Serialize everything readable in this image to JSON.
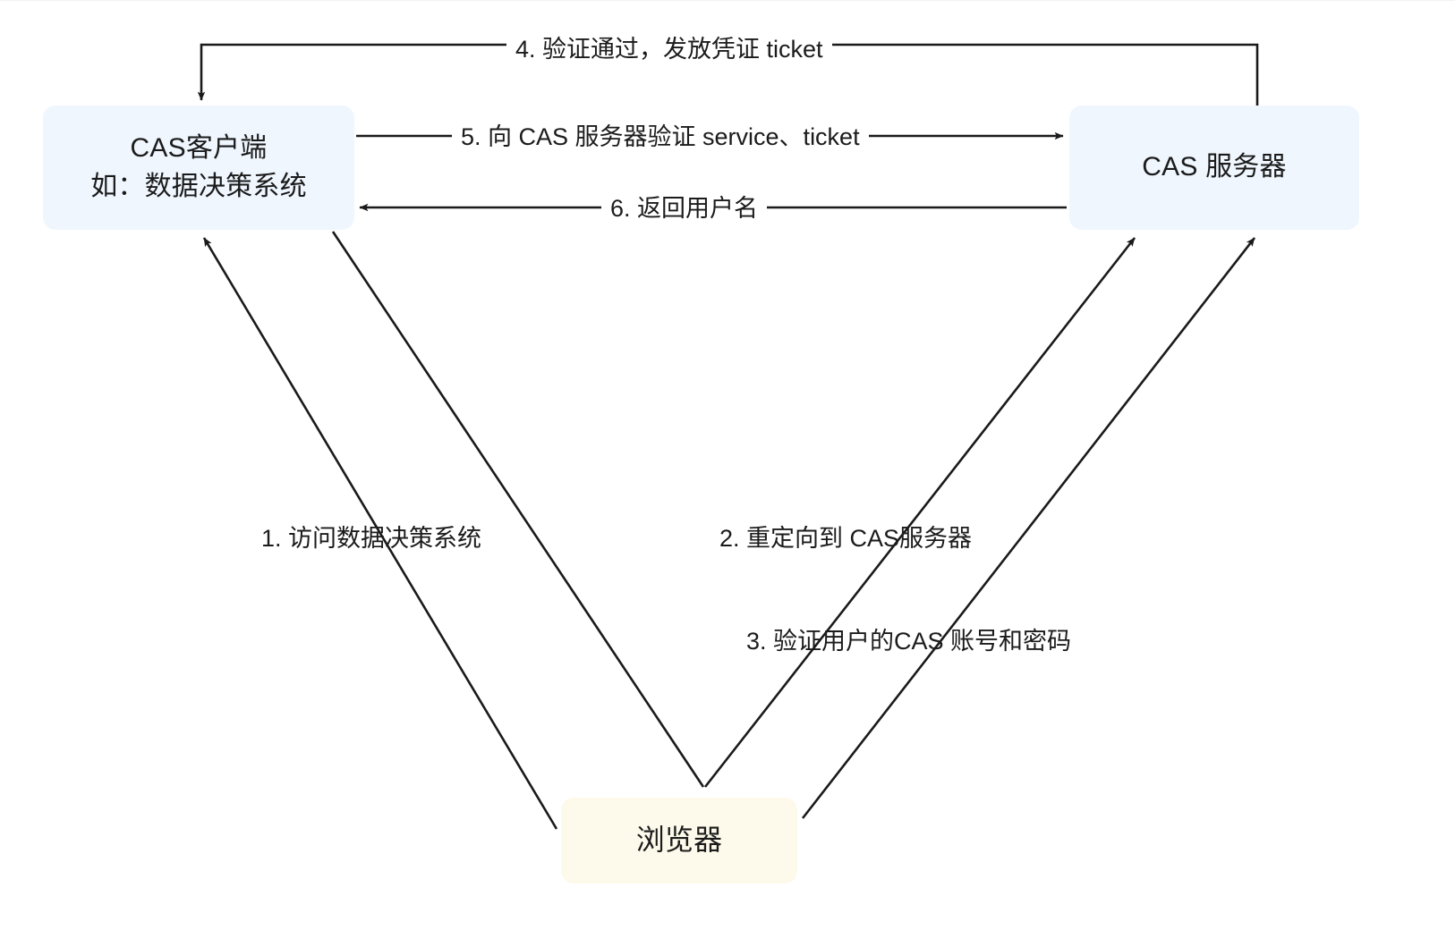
{
  "diagram": {
    "title": "CAS 单点登录流程图",
    "type": "flow-sequence",
    "background_color": "#ffffff",
    "nodes": [
      {
        "id": "cas-client",
        "lines": [
          "CAS客户端",
          "如：数据决策系统"
        ],
        "fill": "#eff6fe",
        "shape": "rounded-rect"
      },
      {
        "id": "cas-server",
        "lines": [
          "CAS 服务器"
        ],
        "fill": "#eff6fe",
        "shape": "rounded-rect"
      },
      {
        "id": "browser",
        "lines": [
          "浏览器"
        ],
        "fill": "#fdfaeb",
        "shape": "rounded-rect"
      }
    ],
    "edges": [
      {
        "id": "edge-1",
        "label": "1. 访问数据决策系统",
        "from": "browser",
        "to": "cas-client",
        "arrow": "end"
      },
      {
        "id": "edge-2",
        "label": "2. 重定向到 CAS服务器",
        "from": "browser",
        "to": "cas-server",
        "arrow": "end"
      },
      {
        "id": "edge-3",
        "label": "3. 验证用户的CAS 账号和密码",
        "from": "browser",
        "to": "cas-server",
        "arrow": "end"
      },
      {
        "id": "edge-4",
        "label": "4. 验证通过，发放凭证 ticket",
        "from": "cas-server",
        "to": "cas-client",
        "arrow": "end"
      },
      {
        "id": "edge-5",
        "label": "5. 向 CAS 服务器验证 service、ticket",
        "from": "cas-client",
        "to": "cas-server",
        "arrow": "end"
      },
      {
        "id": "edge-6",
        "label": "6. 返回用户名",
        "from": "cas-server",
        "to": "cas-client",
        "arrow": "end"
      },
      {
        "id": "edge-client-browser",
        "label": "",
        "from": "cas-client",
        "to": "browser",
        "arrow": "none"
      }
    ],
    "stroke_color": "#1a1a1a",
    "text_color": "#1b1b1b"
  }
}
